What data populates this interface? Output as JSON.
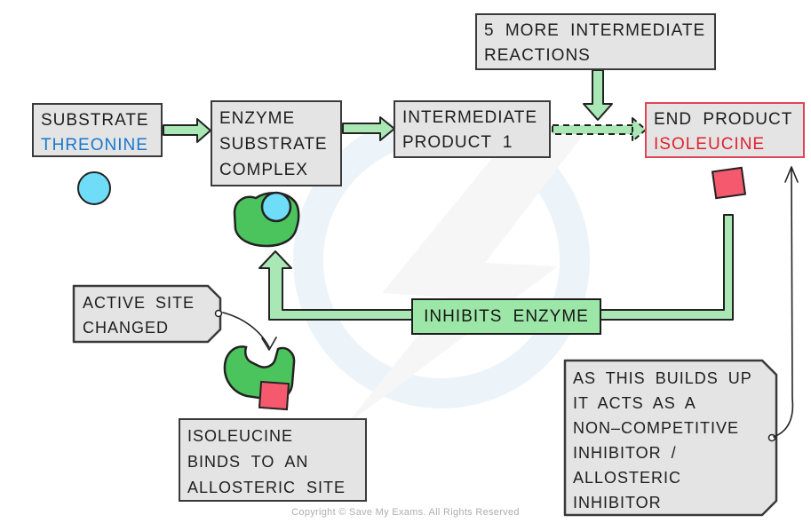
{
  "boxes": {
    "substrate": {
      "title": "SUBSTRATE",
      "name": "THREONINE"
    },
    "enzyme_complex": {
      "lines": [
        "ENZYME",
        "SUBSTRATE",
        "COMPLEX"
      ]
    },
    "five_more": {
      "lines": [
        "5 MORE INTERMEDIATE",
        "REACTIONS"
      ]
    },
    "intermediate_product": {
      "lines": [
        "INTERMEDIATE",
        "PRODUCT 1"
      ]
    },
    "end_product": {
      "title": "END PRODUCT",
      "name": "ISOLEUCINE"
    }
  },
  "labels": {
    "inhibits_enzyme": "INHIBITS ENZYME"
  },
  "annotations": {
    "active_site": {
      "lines": [
        "ACTIVE SITE",
        "CHANGED"
      ]
    },
    "isoleucine_binds": {
      "lines": [
        "ISOLEUCINE",
        "BINDS TO AN",
        "ALLOSTERIC SITE"
      ]
    },
    "builds_up": {
      "lines": [
        "AS THIS BUILDS UP",
        "IT ACTS AS A",
        "NON–COMPETITIVE",
        "INHIBITOR /",
        "ALLOSTERIC",
        "INHIBITOR"
      ]
    }
  },
  "shapes": {
    "substrate_molecule": "blue-circle",
    "enzyme_substrate_blob": "green-enzyme-with-substrate",
    "changed_enzyme": "green-enzyme-distorted",
    "inhibitor_molecules": "red-squares"
  },
  "colors": {
    "box_fill": "#e4e4e4",
    "box_border": "#3a3a3a",
    "arrow_green_fill": "#a9e8b4",
    "inhibits_label_fill": "#9ce7a8",
    "enzyme_green": "#4cc45e",
    "substrate_blue": "#6fdcf8",
    "inhibitor_red": "#f4596e",
    "threonine_blue": "#1778d0",
    "isoleucine_red": "#e0222f",
    "end_product_border": "#df4758",
    "watermark_blue": "#ecf4fa"
  },
  "footer": {
    "copyright": "Copyright © Save My Exams. All Rights Reserved"
  }
}
